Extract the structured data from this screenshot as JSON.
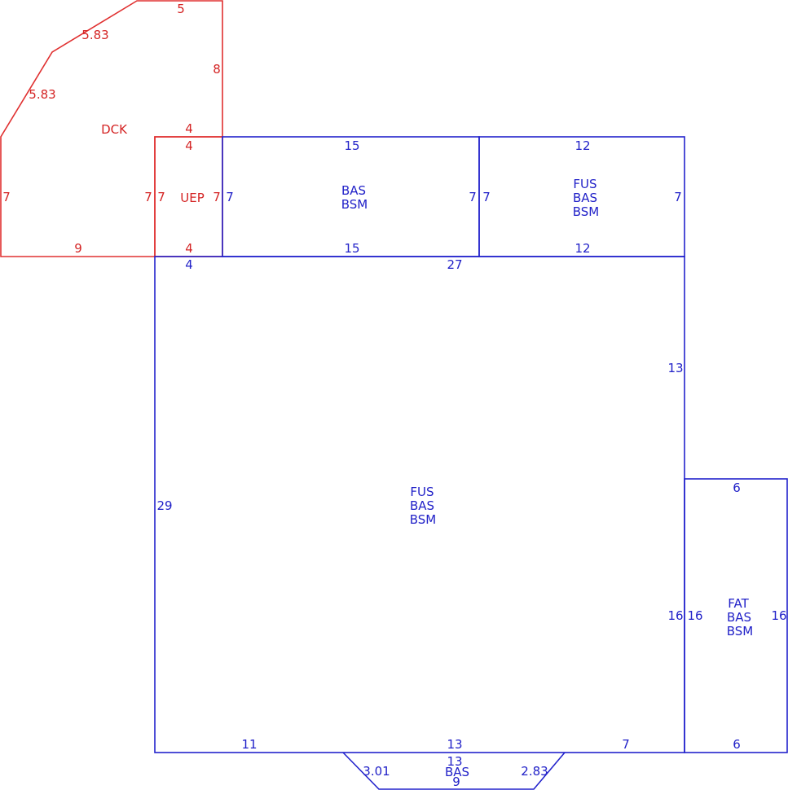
{
  "colors": {
    "red": "#d42424",
    "blue": "#2121c8"
  },
  "dck": {
    "name": "DCK",
    "dims": {
      "top": "5",
      "diag_upper": "5.83",
      "diag_lower": "5.83",
      "right_upper": "8",
      "ledge": "4",
      "left": "7",
      "right_lower": "7",
      "bottom": "9"
    }
  },
  "uep": {
    "name": "UEP",
    "dims": {
      "top": "4",
      "left": "7",
      "right": "7",
      "bottom": "4"
    }
  },
  "bas_top": {
    "codes": [
      "BAS",
      "BSM"
    ],
    "dims": {
      "top": "15",
      "left": "7",
      "right": "7",
      "bottom": "15"
    }
  },
  "fus_top": {
    "codes": [
      "FUS",
      "BAS",
      "BSM"
    ],
    "dims": {
      "top": "12",
      "left": "7",
      "right": "7",
      "bottom": "12"
    }
  },
  "main": {
    "codes": [
      "FUS",
      "BAS",
      "BSM"
    ],
    "dims": {
      "top_left": "4",
      "top": "27",
      "right_upper": "13",
      "left": "29",
      "right_lower": "16",
      "bottom_left": "11",
      "bottom_mid": "13",
      "bottom_right": "7"
    }
  },
  "fat": {
    "codes": [
      "FAT",
      "BAS",
      "BSM"
    ],
    "dims": {
      "top": "6",
      "left": "16",
      "right": "16",
      "bottom": "6"
    }
  },
  "bay": {
    "codes": [
      "BAS"
    ],
    "dims": {
      "top": "13",
      "left": "3.01",
      "right": "2.83",
      "bottom": "9"
    }
  }
}
